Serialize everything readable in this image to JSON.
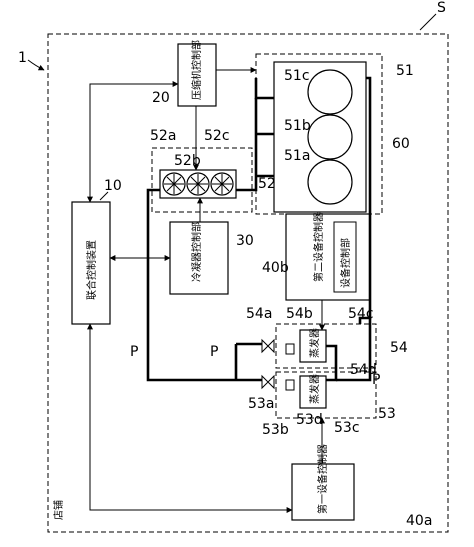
{
  "labels": {
    "system": "S",
    "figure_ref": "1",
    "store": "店铺",
    "joint_controller": "联合控制装置",
    "joint_controller_ref": "10",
    "compressor_controller": "压缩机控制部",
    "compressor_controller_ref": "20",
    "condenser_controller": "冷凝器控制部",
    "condenser_controller_ref": "30",
    "second_equipment_controller": "第二设备控制器",
    "equipment_control_unit": "设备控制部",
    "second_equipment_ref": "40b",
    "first_equipment_controller": "第一设备控制器",
    "first_equipment_ref": "40a",
    "compressor_unit_ref": "60",
    "compressor_a": "51a",
    "compressor_b": "51b",
    "compressor_c": "51c",
    "compressor_group": "51",
    "condenser_ref": "52",
    "fan_a": "52a",
    "fan_b": "52b",
    "fan_c": "52c",
    "evaporator_text": "蒸发器",
    "evap53": "53",
    "evap53a": "53a",
    "evap53b": "53b",
    "evap53c": "53c",
    "evap53d": "53d",
    "evap54": "54",
    "evap54a": "54a",
    "evap54b": "54b",
    "evap54c": "54c",
    "evap54d": "54d",
    "pipe_p": "P"
  }
}
